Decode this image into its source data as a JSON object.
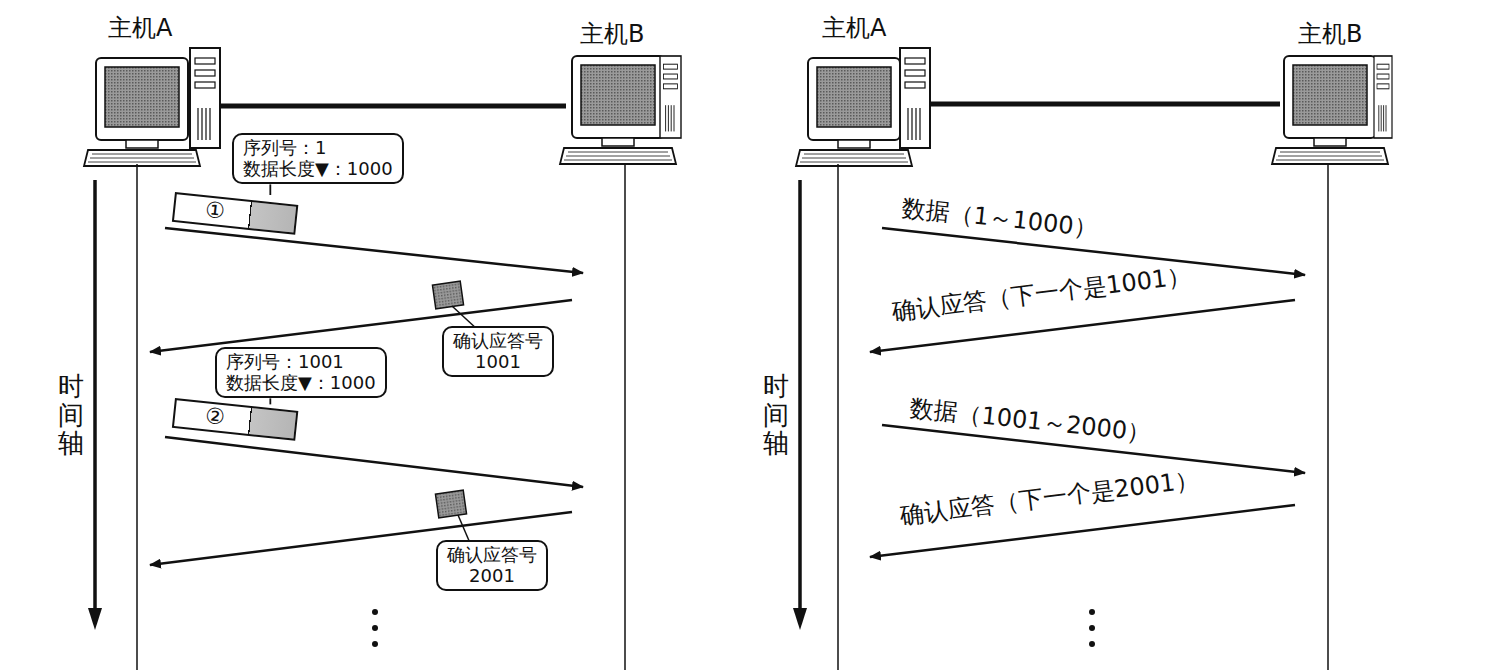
{
  "diagram": {
    "nodes": [
      {
        "text": [
          "序列号：1",
          "数据长度▼：1000"
        ]
      },
      {
        "text": [
          "①"
        ]
      },
      {
        "text": [
          "确认应答号",
          "1001"
        ]
      },
      {
        "text": [
          "序列号：1001",
          "数据长度▼：1000"
        ]
      },
      {
        "text": [
          "②"
        ]
      },
      {
        "text": [
          "确认应答号",
          "2001"
        ]
      }
    ],
    "edges": [
      {
        "from": 0,
        "to": 1,
        "arrow": "none"
      },
      {
        "from": 3,
        "to": 4,
        "arrow": "none"
      }
    ],
    "labels": [
      "主机A",
      "主机B",
      "时间轴",
      "主机A",
      "主机B",
      "时间轴",
      "数据（1～1000）",
      "确认应答（下一个是1001）",
      "数据（1001～2000）",
      "确认应答（下一个是2001）"
    ]
  }
}
